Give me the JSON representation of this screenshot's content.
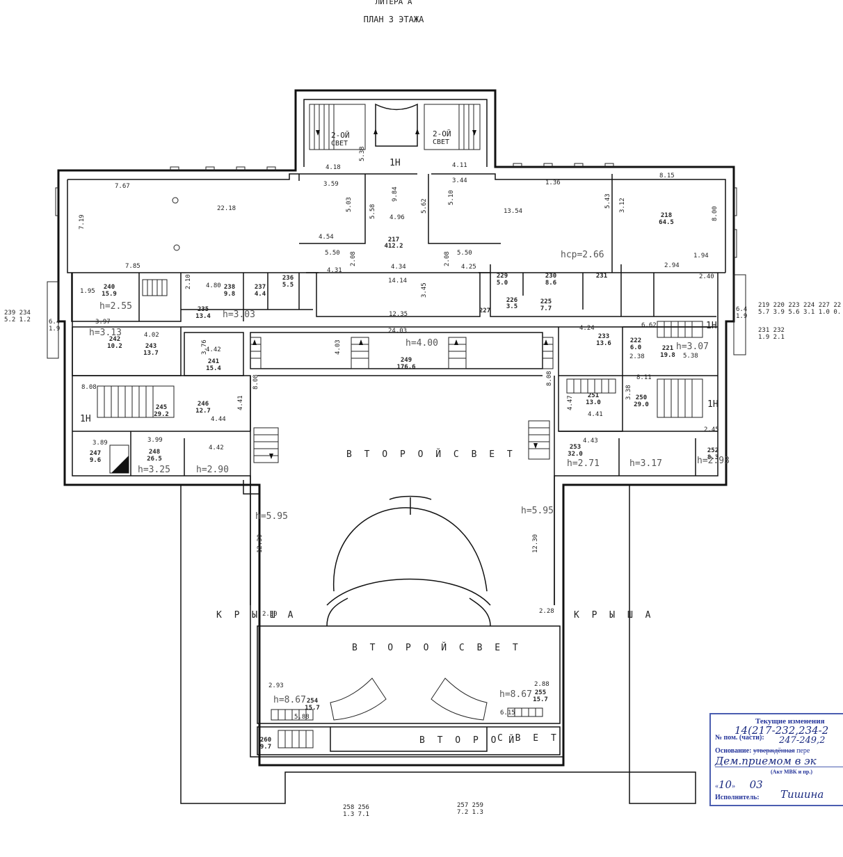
{
  "header": {
    "top_line": "ЛИТЕРА А",
    "title": "ПЛАН 3 ЭТАЖА"
  },
  "labels": {
    "krysha": "К Р Ы Ш А",
    "vtoroy_svet": "В Т О Р О Й   С В Е Т",
    "vtoroy": "В Т О Р О Й",
    "svet": "С В Е Т",
    "second_light_small": "2-ОЙ",
    "svet_small": "СВЕТ",
    "h_label": "1Н"
  },
  "rooms": [
    {
      "id": "r217",
      "num": "217",
      "area": "412.2"
    },
    {
      "id": "r218",
      "num": "218",
      "area": "64.5"
    },
    {
      "id": "r229",
      "num": "229",
      "area": "5.0"
    },
    {
      "id": "r230",
      "num": "230",
      "area": "8.6"
    },
    {
      "id": "r231",
      "num": "231",
      "area": ""
    },
    {
      "id": "r226",
      "num": "226",
      "area": "3.5"
    },
    {
      "id": "r225",
      "num": "225",
      "area": "7.7"
    },
    {
      "id": "r227",
      "num": "227",
      "area": ""
    },
    {
      "id": "r240",
      "num": "240",
      "area": "15.9"
    },
    {
      "id": "r238",
      "num": "238",
      "area": "9.8"
    },
    {
      "id": "r237",
      "num": "237",
      "area": "4.4"
    },
    {
      "id": "r236",
      "num": "236",
      "area": "5.5"
    },
    {
      "id": "r235",
      "num": "235",
      "area": "13.4"
    },
    {
      "id": "r243",
      "num": "243",
      "area": "13.7"
    },
    {
      "id": "r242",
      "num": "242",
      "area": "10.2"
    },
    {
      "id": "r241",
      "num": "241",
      "area": "15.4"
    },
    {
      "id": "r249",
      "num": "249",
      "area": "176.6"
    },
    {
      "id": "r233",
      "num": "233",
      "area": "13.6"
    },
    {
      "id": "r222",
      "num": "222",
      "area": "6.0"
    },
    {
      "id": "r221",
      "num": "221",
      "area": "19.8"
    },
    {
      "id": "r245",
      "num": "245",
      "area": "29.2"
    },
    {
      "id": "r246",
      "num": "246",
      "area": "12.7"
    },
    {
      "id": "r251",
      "num": "251",
      "area": "13.0"
    },
    {
      "id": "r250",
      "num": "250",
      "area": "29.0"
    },
    {
      "id": "r247",
      "num": "247",
      "area": "9.6"
    },
    {
      "id": "r248",
      "num": "248",
      "area": "26.5"
    },
    {
      "id": "r253",
      "num": "253",
      "area": "32.0"
    },
    {
      "id": "r252",
      "num": "252",
      "area": "8.3"
    },
    {
      "id": "r254",
      "num": "254",
      "area": "15.7"
    },
    {
      "id": "r255",
      "num": "255",
      "area": "15.7"
    },
    {
      "id": "r260",
      "num": "260",
      "area": "9.7"
    }
  ],
  "heights": {
    "hcp": "hср=2.66",
    "h255": "h=2.55",
    "h303": "h=3.03",
    "h313": "h=3.13",
    "h400": "h=4.00",
    "h307": "h=3.07",
    "h325": "h=3.25",
    "h290": "h=2.90",
    "h271": "h=2.71",
    "h317": "h=3.17",
    "h293": "h=2.93",
    "h595": "h=5.95",
    "h867": "h=8.67"
  },
  "dims": {
    "d767": "7.67",
    "d2218": "22.18",
    "d719": "7.19",
    "d785": "7.85",
    "d359": "3.59",
    "d503": "5.03",
    "d454": "4.54",
    "d558": "5.58",
    "d418": "4.18",
    "d538": "5.38",
    "d984": "9.84",
    "d496": "4.96",
    "d550": "5.50",
    "d208": "2.08",
    "d562": "5.62",
    "d411": "4.11",
    "d344": "3.44",
    "d510": "5.10",
    "d136": "1.36",
    "d1354": "13.54",
    "d543": "5.43",
    "d815": "8.15",
    "d312": "3.12",
    "d800": "8.00",
    "d194": "1.94",
    "d294": "2.94",
    "d240": "2.40",
    "d431": "4.31",
    "d434": "4.34",
    "d425": "4.25",
    "d1414": "14.14",
    "d345": "3.45",
    "d1235": "12.35",
    "d2403": "24.03",
    "d403": "4.03",
    "d424": "4.24",
    "d808": "8.08",
    "d811": "8.11",
    "d1230": "12.30",
    "d230": "2.30",
    "d228": "2.28",
    "d293b": "2.93",
    "d288": "2.88",
    "d588": "5.88",
    "d615": "6.15",
    "d389": "3.89",
    "d399": "3.99",
    "d442": "4.42",
    "d443": "4.43",
    "d245": "2.45",
    "d376": "3.76",
    "d402": "4.02",
    "d195": "1.95",
    "d397": "3.97",
    "d480": "4.80",
    "d210": "2.10",
    "d441": "4.41",
    "d444": "4.44",
    "d447": "4.47",
    "d338": "3.38",
    "d538b": "5.38",
    "d238": "2.38",
    "d662": "6.62"
  },
  "side_notes": {
    "left1": "239 234",
    "left2": "5.2 1.2",
    "left3": "6.4",
    "left4": "1.9",
    "right1": "219 220 223  224  227  22",
    "right2": "5.7 3.9 5.6  3.1  1.0  0.",
    "right3": "231 232",
    "right4": "1.9 2.1",
    "right5": "6.4",
    "right6": "1.9",
    "bottom1": "258 256",
    "bottom2": "1.3 7.1",
    "bottom3": "257 259",
    "bottom4": "7.2 1.3"
  },
  "stamp": {
    "title": "Текущие изменения",
    "line1_label": "№ пом. (части):",
    "line1_value": "14(217-232,234-2",
    "line1_value2": "247-249,2",
    "line2_label": "Основание:",
    "line2_struck": "утверждённая",
    "line2_rest": "пере",
    "line3_value": "Дем.приемом в эк",
    "line4_label": "(Акт МВК и пр.)",
    "date_day": "10",
    "date_month": "03",
    "line5_label": "Исполнитель:",
    "line5_value": "Тишина"
  },
  "colors": {
    "line": "#111111",
    "stamp": "#4a5db0"
  }
}
